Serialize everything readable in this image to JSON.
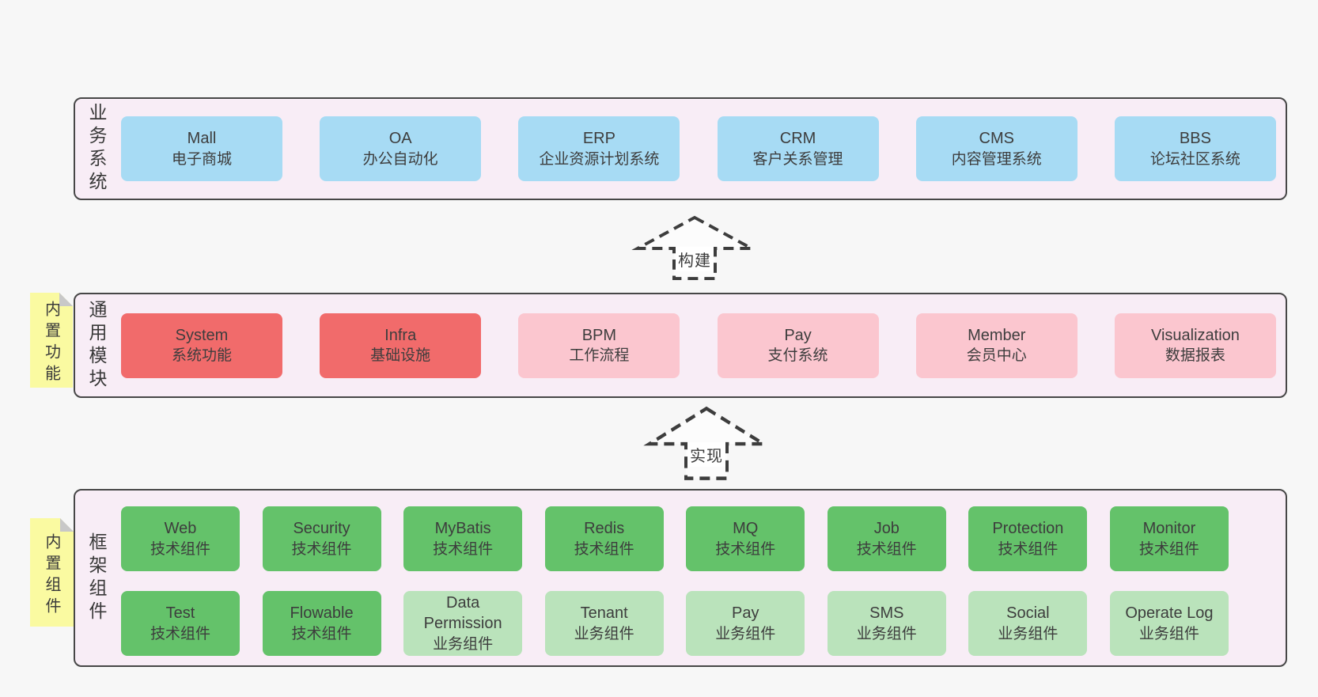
{
  "colors": {
    "page": "#f7f7f7",
    "panel": "#f8edf6",
    "border": "#474747",
    "ink": "#3d3d3d",
    "blue": "#a7dbf4",
    "red": "#f16b6b",
    "pink": "#fbc6cf",
    "green-dark": "#64c26a",
    "green-light": "#bae3bb",
    "sticky": "#fafaa1",
    "fold": "#c8c8c8",
    "arrow": "#3d3d3d",
    "arrow-fill": "#fcfcfc"
  },
  "layers": [
    {
      "label": "业务系统",
      "boxes": [
        {
          "en": "Mall",
          "cn": "电子商城"
        },
        {
          "en": "OA",
          "cn": "办公自动化"
        },
        {
          "en": "ERP",
          "cn": "企业资源计划系统"
        },
        {
          "en": "CRM",
          "cn": "客户关系管理"
        },
        {
          "en": "CMS",
          "cn": "内容管理系统"
        },
        {
          "en": "BBS",
          "cn": "论坛社区系统"
        }
      ]
    },
    {
      "label": "通用模块",
      "boxes": [
        {
          "en": "System",
          "cn": "系统功能"
        },
        {
          "en": "Infra",
          "cn": "基础设施"
        },
        {
          "en": "BPM",
          "cn": "工作流程"
        },
        {
          "en": "Pay",
          "cn": "支付系统"
        },
        {
          "en": "Member",
          "cn": "会员中心"
        },
        {
          "en": "Visualization",
          "cn": "数据报表"
        }
      ]
    },
    {
      "label": "框架组件",
      "rows": [
        [
          {
            "en": "Web",
            "cn": "技术组件"
          },
          {
            "en": "Security",
            "cn": "技术组件"
          },
          {
            "en": "MyBatis",
            "cn": "技术组件"
          },
          {
            "en": "Redis",
            "cn": "技术组件"
          },
          {
            "en": "MQ",
            "cn": "技术组件"
          },
          {
            "en": "Job",
            "cn": "技术组件"
          },
          {
            "en": "Protection",
            "cn": "技术组件"
          },
          {
            "en": "Monitor",
            "cn": "技术组件"
          }
        ],
        [
          {
            "en": "Test",
            "cn": "技术组件"
          },
          {
            "en": "Flowable",
            "cn": "技术组件"
          },
          {
            "en": "Data Permission",
            "cn": "业务组件"
          },
          {
            "en": "Tenant",
            "cn": "业务组件"
          },
          {
            "en": "Pay",
            "cn": "业务组件"
          },
          {
            "en": "SMS",
            "cn": "业务组件"
          },
          {
            "en": "Social",
            "cn": "业务组件"
          },
          {
            "en": "Operate Log",
            "cn": "业务组件"
          }
        ]
      ]
    }
  ],
  "stickies": [
    {
      "text": "内置功能"
    },
    {
      "text": "内置组件"
    }
  ],
  "arrows": [
    {
      "label": "构建"
    },
    {
      "label": "实现"
    }
  ]
}
